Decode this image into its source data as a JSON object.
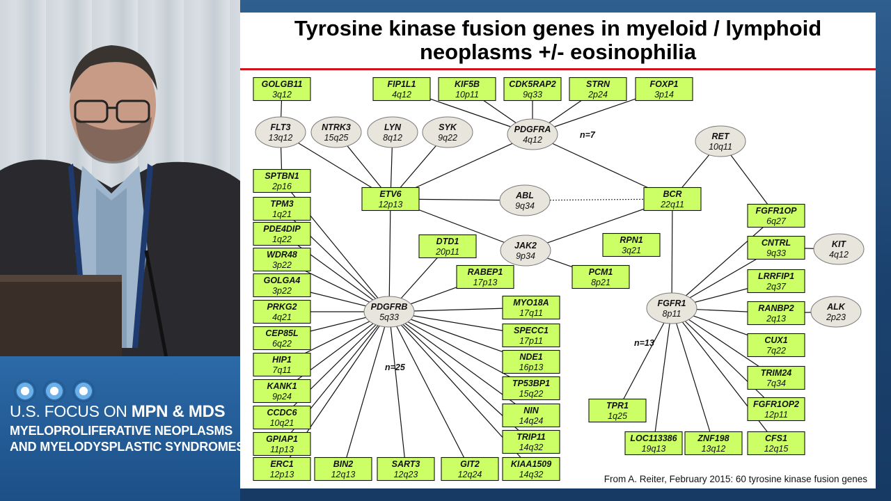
{
  "slide": {
    "title_line1": "Tyrosine kinase fusion genes in myeloid / lymphoid",
    "title_line2": "neoplasms +/- eosinophilia",
    "source_note": "From A. Reiter, February 2015: 60 tyrosine kinase fusion genes"
  },
  "branding": {
    "line1_prefix": "U.S. FOCUS ON ",
    "line1_bold": "MPN & MDS",
    "line2": "MYELOPROLIFERATIVE NEOPLASMS",
    "line3": "AND MYELODYSPLASTIC SYNDROMES"
  },
  "colors": {
    "box_fill": "#ccff66",
    "box_stroke": "#111111",
    "ellipse_fill": "#e8e5dc",
    "ellipse_stroke": "#7a7a7a",
    "title_rule": "#d0141c"
  },
  "diagram": {
    "hubs": [
      {
        "id": "FLT3",
        "label": "FLT3",
        "loc": "13q12"
      },
      {
        "id": "NTRK3",
        "label": "NTRK3",
        "loc": "15q25"
      },
      {
        "id": "LYN",
        "label": "LYN",
        "loc": "8q12"
      },
      {
        "id": "SYK",
        "label": "SYK",
        "loc": "9q22"
      },
      {
        "id": "PDGFRA",
        "label": "PDGFRA",
        "loc": "4q12"
      },
      {
        "id": "RET",
        "label": "RET",
        "loc": "10q11"
      },
      {
        "id": "ABL",
        "label": "ABL",
        "loc": "9q34"
      },
      {
        "id": "JAK2",
        "label": "JAK2",
        "loc": "9p34"
      },
      {
        "id": "PDGFRB",
        "label": "PDGFRB",
        "loc": "5q33"
      },
      {
        "id": "FGFR1",
        "label": "FGFR1",
        "loc": "8p11"
      },
      {
        "id": "KIT",
        "label": "KIT",
        "loc": "4q12"
      },
      {
        "id": "ALK",
        "label": "ALK",
        "loc": "2p23"
      }
    ],
    "partners": [
      {
        "id": "GOLGB11",
        "label": "GOLGB11",
        "loc": "3q12"
      },
      {
        "id": "FIP1L1",
        "label": "FIP1L1",
        "loc": "4q12"
      },
      {
        "id": "KIF5B",
        "label": "KIF5B",
        "loc": "10p11"
      },
      {
        "id": "CDK5RAP2",
        "label": "CDK5RAP2",
        "loc": "9q33"
      },
      {
        "id": "STRN",
        "label": "STRN",
        "loc": "2p24"
      },
      {
        "id": "FOXP1",
        "label": "FOXP1",
        "loc": "3p14"
      },
      {
        "id": "SPTBN1",
        "label": "SPTBN1",
        "loc": "2p16"
      },
      {
        "id": "ETV6",
        "label": "ETV6",
        "loc": "12p13"
      },
      {
        "id": "BCR",
        "label": "BCR",
        "loc": "22q11"
      },
      {
        "id": "TPM3",
        "label": "TPM3",
        "loc": "1q21"
      },
      {
        "id": "FGFR1OP",
        "label": "FGFR1OP",
        "loc": "6q27"
      },
      {
        "id": "PDE4DIP",
        "label": "PDE4DIP",
        "loc": "1q22"
      },
      {
        "id": "DTD1",
        "label": "DTD1",
        "loc": "20p11"
      },
      {
        "id": "RPN1",
        "label": "RPN1",
        "loc": "3q21"
      },
      {
        "id": "CNTRL",
        "label": "CNTRL",
        "loc": "9q33"
      },
      {
        "id": "WDR48",
        "label": "WDR48",
        "loc": "3p22"
      },
      {
        "id": "PCM1",
        "label": "PCM1",
        "loc": "8p21"
      },
      {
        "id": "RABEP1",
        "label": "RABEP1",
        "loc": "17p13"
      },
      {
        "id": "LRRFIP1",
        "label": "LRRFIP1",
        "loc": "2q37"
      },
      {
        "id": "GOLGA4",
        "label": "GOLGA4",
        "loc": "3p22"
      },
      {
        "id": "MYO18A",
        "label": "MYO18A",
        "loc": "17q11"
      },
      {
        "id": "PRKG2",
        "label": "PRKG2",
        "loc": "4q21"
      },
      {
        "id": "RANBP2",
        "label": "RANBP2",
        "loc": "2q13"
      },
      {
        "id": "SPECC1",
        "label": "SPECC1",
        "loc": "17p11"
      },
      {
        "id": "CEP85L",
        "label": "CEP85L",
        "loc": "6q22"
      },
      {
        "id": "CUX1",
        "label": "CUX1",
        "loc": "7q22"
      },
      {
        "id": "NDE1",
        "label": "NDE1",
        "loc": "16p13"
      },
      {
        "id": "HIP1",
        "label": "HIP1",
        "loc": "7q11"
      },
      {
        "id": "TRIM24",
        "label": "TRIM24",
        "loc": "7q34"
      },
      {
        "id": "TP53BP1",
        "label": "TP53BP1",
        "loc": "15q22"
      },
      {
        "id": "KANK1",
        "label": "KANK1",
        "loc": "9p24"
      },
      {
        "id": "TPR1",
        "label": "TPR1",
        "loc": "1q25"
      },
      {
        "id": "FGFR1OP2",
        "label": "FGFR1OP2",
        "loc": "12p11"
      },
      {
        "id": "NIN",
        "label": "NIN",
        "loc": "14q24"
      },
      {
        "id": "CCDC6",
        "label": "CCDC6",
        "loc": "10q21"
      },
      {
        "id": "TRIP11",
        "label": "TRIP11",
        "loc": "14q32"
      },
      {
        "id": "GPIAP1",
        "label": "GPIAP1",
        "loc": "11p13"
      },
      {
        "id": "LOC113386",
        "label": "LOC113386",
        "loc": "19q13"
      },
      {
        "id": "ZNF198",
        "label": "ZNF198",
        "loc": "13q12"
      },
      {
        "id": "CFS1",
        "label": "CFS1",
        "loc": "12q15"
      },
      {
        "id": "ERC1",
        "label": "ERC1",
        "loc": "12p13"
      },
      {
        "id": "BIN2",
        "label": "BIN2",
        "loc": "12q13"
      },
      {
        "id": "SART3",
        "label": "SART3",
        "loc": "12q23"
      },
      {
        "id": "GIT2",
        "label": "GIT2",
        "loc": "12q24"
      },
      {
        "id": "KIAA1509",
        "label": "KIAA1509",
        "loc": "14q32"
      }
    ],
    "edges": [
      [
        "FLT3",
        "GOLGB11"
      ],
      [
        "FLT3",
        "SPTBN1"
      ],
      [
        "FLT3",
        "ETV6"
      ],
      [
        "NTRK3",
        "ETV6"
      ],
      [
        "LYN",
        "ETV6"
      ],
      [
        "SYK",
        "ETV6"
      ],
      [
        "PDGFRA",
        "ETV6"
      ],
      [
        "PDGFRA",
        "FIP1L1"
      ],
      [
        "PDGFRA",
        "KIF5B"
      ],
      [
        "PDGFRA",
        "CDK5RAP2"
      ],
      [
        "PDGFRA",
        "STRN"
      ],
      [
        "PDGFRA",
        "FOXP1"
      ],
      [
        "PDGFRA",
        "BCR"
      ],
      [
        "ETV6",
        "ABL"
      ],
      [
        "ETV6",
        "JAK2"
      ],
      [
        "ETV6",
        "PDGFRB"
      ],
      [
        "ABL",
        "BCR",
        "dashed"
      ],
      [
        "JAK2",
        "BCR"
      ],
      [
        "JAK2",
        "PCM1"
      ],
      [
        "RET",
        "BCR"
      ],
      [
        "RET",
        "FGFR1OP"
      ],
      [
        "BCR",
        "FGFR1"
      ],
      [
        "PDGFRB",
        "SPTBN1"
      ],
      [
        "PDGFRB",
        "TPM3"
      ],
      [
        "PDGFRB",
        "PDE4DIP"
      ],
      [
        "PDGFRB",
        "WDR48"
      ],
      [
        "PDGFRB",
        "GOLGA4"
      ],
      [
        "PDGFRB",
        "PRKG2"
      ],
      [
        "PDGFRB",
        "CEP85L"
      ],
      [
        "PDGFRB",
        "HIP1"
      ],
      [
        "PDGFRB",
        "KANK1"
      ],
      [
        "PDGFRB",
        "CCDC6"
      ],
      [
        "PDGFRB",
        "GPIAP1"
      ],
      [
        "PDGFRB",
        "ERC1"
      ],
      [
        "PDGFRB",
        "BIN2"
      ],
      [
        "PDGFRB",
        "SART3"
      ],
      [
        "PDGFRB",
        "GIT2"
      ],
      [
        "PDGFRB",
        "KIAA1509"
      ],
      [
        "PDGFRB",
        "TRIP11"
      ],
      [
        "PDGFRB",
        "NIN"
      ],
      [
        "PDGFRB",
        "TP53BP1"
      ],
      [
        "PDGFRB",
        "NDE1"
      ],
      [
        "PDGFRB",
        "SPECC1"
      ],
      [
        "PDGFRB",
        "MYO18A"
      ],
      [
        "PDGFRB",
        "RABEP1"
      ],
      [
        "PDGFRB",
        "DTD1"
      ],
      [
        "FGFR1",
        "FGFR1OP"
      ],
      [
        "FGFR1",
        "CNTRL"
      ],
      [
        "FGFR1",
        "LRRFIP1"
      ],
      [
        "FGFR1",
        "RANBP2"
      ],
      [
        "FGFR1",
        "CUX1"
      ],
      [
        "FGFR1",
        "TRIM24"
      ],
      [
        "FGFR1",
        "FGFR1OP2"
      ],
      [
        "FGFR1",
        "CFS1"
      ],
      [
        "FGFR1",
        "ZNF198"
      ],
      [
        "FGFR1",
        "LOC113386"
      ],
      [
        "FGFR1",
        "TPR1"
      ],
      [
        "KIT",
        "CNTRL"
      ],
      [
        "ALK",
        "RANBP2"
      ]
    ],
    "counts": [
      {
        "near": "PDGFRA",
        "text": "n=7"
      },
      {
        "near": "PDGFRB",
        "text": "n=25"
      },
      {
        "near": "FGFR1",
        "text": "n=13"
      }
    ]
  }
}
